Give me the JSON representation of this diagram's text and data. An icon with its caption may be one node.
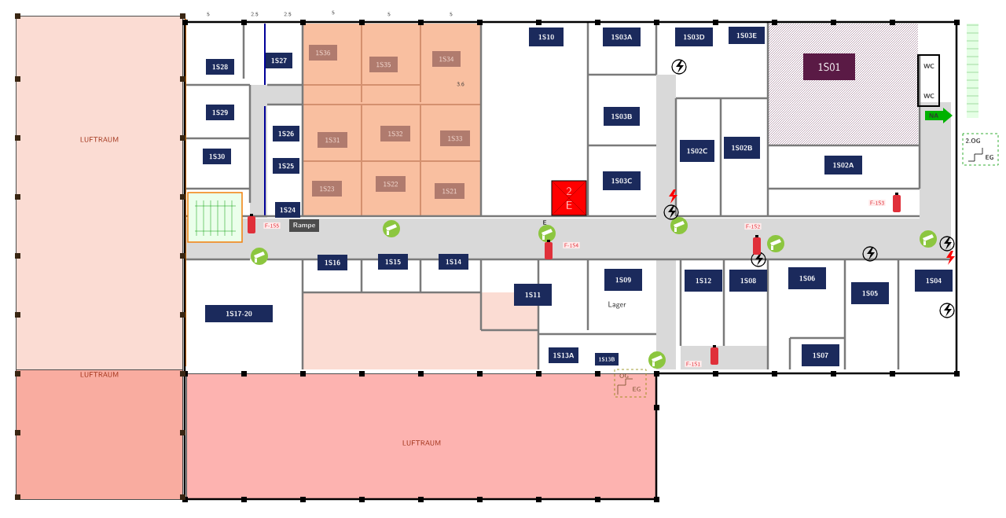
{
  "diagram": {
    "nodes": [
      {
        "text": [
          "LUFTRAUM"
        ]
      },
      {
        "text": [
          "1S28"
        ]
      },
      {
        "text": [
          "1S27"
        ]
      },
      {
        "text": [
          "1S36"
        ]
      },
      {
        "text": [
          "1S35"
        ]
      },
      {
        "text": [
          "1S34"
        ]
      },
      {
        "text": [
          "1S10"
        ]
      },
      {
        "text": [
          "1S03A"
        ]
      },
      {
        "text": [
          "1S03D"
        ]
      },
      {
        "text": [
          "1S03E"
        ]
      },
      {
        "text": [
          "1S01"
        ]
      },
      {
        "text": [
          "1S29"
        ]
      },
      {
        "text": [
          "1S03B"
        ]
      },
      {
        "text": [
          "1S26"
        ]
      },
      {
        "text": [
          "1S31"
        ]
      },
      {
        "text": [
          "1S32"
        ]
      },
      {
        "text": [
          "1S33"
        ]
      },
      {
        "text": [
          "1S02C"
        ]
      },
      {
        "text": [
          "1S02B"
        ]
      },
      {
        "text": [
          "1S30"
        ]
      },
      {
        "text": [
          "1S25"
        ]
      },
      {
        "text": [
          "1S02A"
        ]
      },
      {
        "text": [
          "1S23"
        ]
      },
      {
        "text": [
          "1S22"
        ]
      },
      {
        "text": [
          "1S21"
        ]
      },
      {
        "text": [
          "1S03C"
        ]
      },
      {
        "text": [
          "2 E"
        ]
      },
      {
        "text": [
          "1S24"
        ]
      },
      {
        "text": [
          "Rampe"
        ]
      },
      {
        "text": [
          "1S16"
        ]
      },
      {
        "text": [
          "1S15"
        ]
      },
      {
        "text": [
          "1S14"
        ]
      },
      {
        "text": [
          "1S09"
        ]
      },
      {
        "text": [
          "1S12"
        ]
      },
      {
        "text": [
          "1S08"
        ]
      },
      {
        "text": [
          "1S06"
        ]
      },
      {
        "text": [
          "1S04"
        ]
      },
      {
        "text": [
          "1S05"
        ]
      },
      {
        "text": [
          "1S11"
        ]
      },
      {
        "text": [
          "1S17-20"
        ]
      },
      {
        "text": [
          "1S13A"
        ]
      },
      {
        "text": [
          "1S13B"
        ]
      },
      {
        "text": [
          "1S07"
        ]
      },
      {
        "text": [
          "LUFTRAUM"
        ]
      },
      {
        "text": [
          "LUFTRAUM"
        ]
      }
    ],
    "labels": [
      "5",
      "2.5",
      "2.5",
      "5",
      "5",
      "5",
      "3.6",
      "WC",
      "WC",
      "NA",
      "2.OG",
      "EG",
      "F-1S3",
      "E",
      "F-1S5",
      "F-1S2",
      "F-1S4",
      "Lager",
      "OG",
      "EG",
      "F-1S1"
    ]
  }
}
